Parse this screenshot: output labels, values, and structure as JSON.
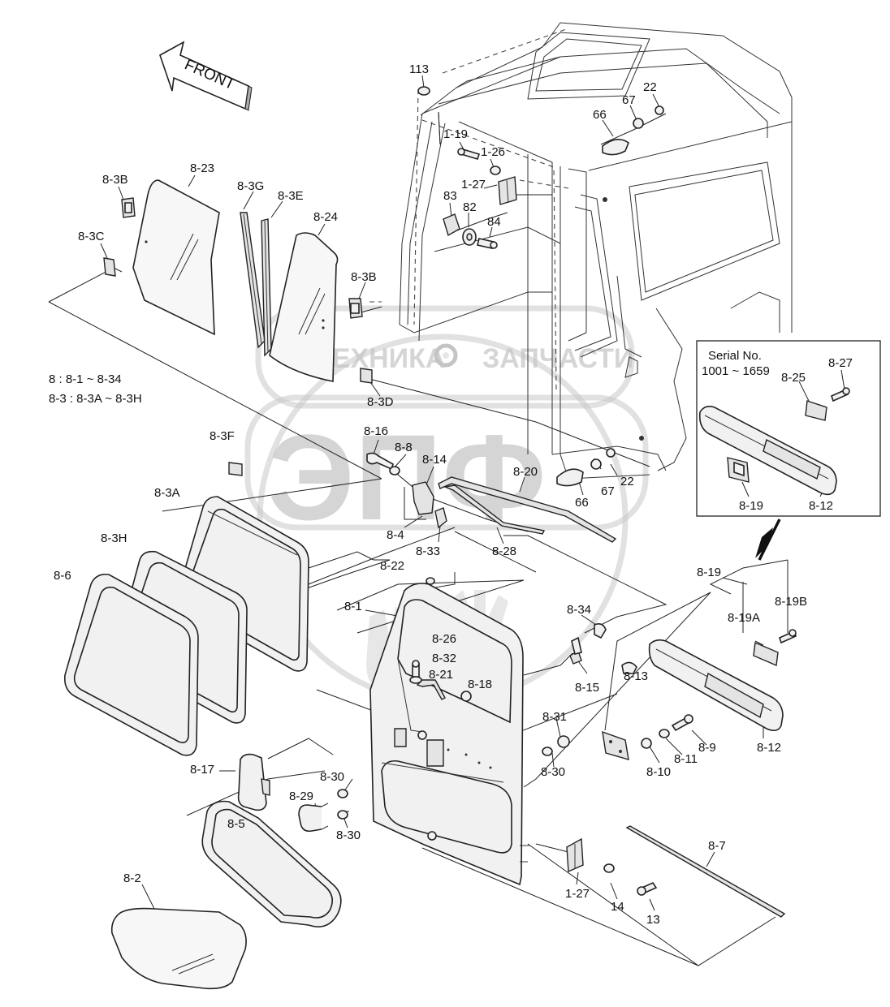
{
  "front_arrow_label": "FRONT",
  "watermark": {
    "left_text": "ТЕХНИКА",
    "right_text": "ЗАПЧАСТИ",
    "logo_letters": "ЭПФ"
  },
  "notes": {
    "line1": "8 : 8-1 ~ 8-34",
    "line2": "8-3 : 8-3A ~ 8-3H"
  },
  "serial_box": {
    "title": "Serial No.",
    "range": "1001 ~ 1659"
  },
  "labels": {
    "l_113": "113",
    "l_22a": "22",
    "l_67a": "67",
    "l_66a": "66",
    "l_1_19": "1-19",
    "l_1_26": "1-26",
    "l_1_27a": "1-27",
    "l_83": "83",
    "l_82": "82",
    "l_84": "84",
    "l_8_3b_a": "8-3B",
    "l_8_23": "8-23",
    "l_8_3g": "8-3G",
    "l_8_3e": "8-3E",
    "l_8_24": "8-24",
    "l_8_3c": "8-3C",
    "l_8_3b_b": "8-3B",
    "l_8_3d": "8-3D",
    "l_8_16": "8-16",
    "l_8_8": "8-8",
    "l_8_14": "8-14",
    "l_8_20": "8-20",
    "l_8_3f": "8-3F",
    "l_66b": "66",
    "l_67b": "67",
    "l_22b": "22",
    "l_8_4": "8-4",
    "l_8_33": "8-33",
    "l_8_28": "8-28",
    "l_8_3a": "8-3A",
    "l_8_3h": "8-3H",
    "l_8_6": "8-6",
    "l_8_22": "8-22",
    "l_8_1": "8-1",
    "l_8_26": "8-26",
    "l_8_32": "8-32",
    "l_8_21": "8-21",
    "l_8_18": "8-18",
    "l_8_34": "8-34",
    "l_8_15": "8-15",
    "l_8_13": "8-13",
    "l_8_19": "8-19",
    "l_8_19a": "8-19A",
    "l_8_19b": "8-19B",
    "l_8_31": "8-31",
    "l_8_30a": "8-30",
    "l_8_9": "8-9",
    "l_8_11": "8-11",
    "l_8_10": "8-10",
    "l_8_12a": "8-12",
    "l_8_17": "8-17",
    "l_8_30b": "8-30",
    "l_8_29": "8-29",
    "l_8_30c": "8-30",
    "l_8_5": "8-5",
    "l_8_2": "8-2",
    "l_8_7": "8-7",
    "l_1_27b": "1-27",
    "l_14": "14",
    "l_13": "13",
    "l_8_27": "8-27",
    "l_8_25": "8-25",
    "l_8_19s": "8-19",
    "l_8_12s": "8-12"
  }
}
